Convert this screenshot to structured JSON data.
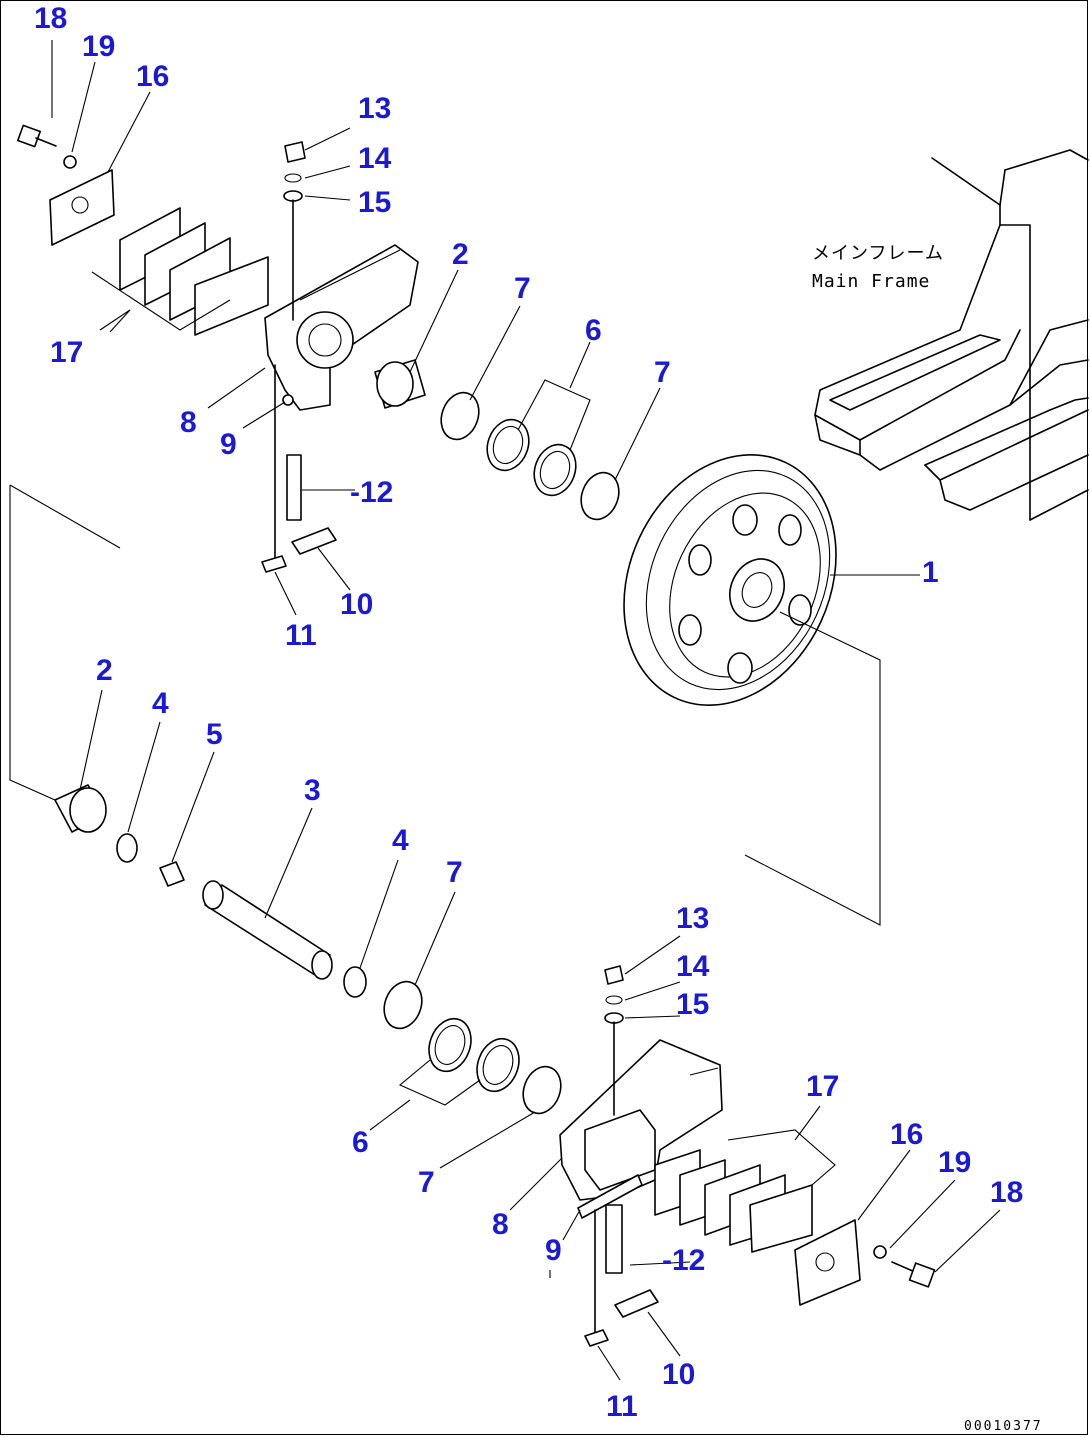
{
  "main_frame": {
    "label_jp": "メインフレーム",
    "label_en": "Main Frame"
  },
  "drawing_code": "00010377",
  "callouts": {
    "upper": {
      "n18": "18",
      "n19": "19",
      "n16": "16",
      "n13": "13",
      "n14": "14",
      "n15": "15",
      "n2": "2",
      "n7a": "7",
      "n6": "6",
      "n7b": "7",
      "n17": "17",
      "n8": "8",
      "n9": "9",
      "n12": "-12",
      "n10": "10",
      "n11": "11",
      "n1": "1"
    },
    "middle": {
      "n2": "2",
      "n4a": "4",
      "n5": "5",
      "n3": "3",
      "n4b": "4",
      "n7": "7"
    },
    "lower": {
      "n13": "13",
      "n14": "14",
      "n15": "15",
      "n17": "17",
      "n16": "16",
      "n19": "19",
      "n18": "18",
      "n6": "6",
      "n7": "7",
      "n8": "8",
      "n9": "9",
      "n12": "-12",
      "n10": "10",
      "n11": "11"
    }
  }
}
